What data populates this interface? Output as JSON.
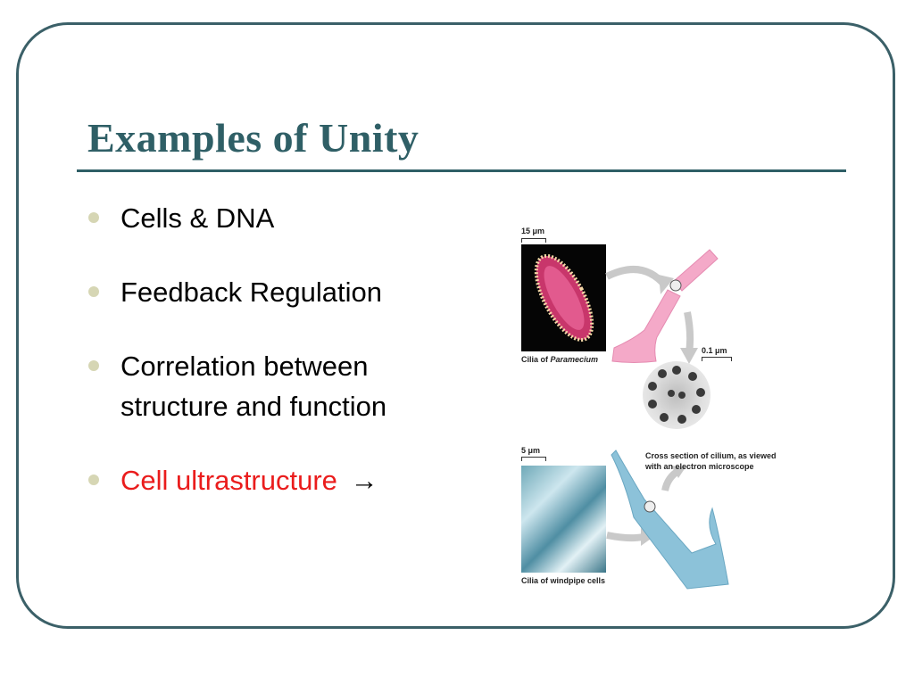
{
  "slide": {
    "title": "Examples of Unity",
    "bullets": [
      {
        "text": "Cells & DNA"
      },
      {
        "text": "Feedback Regulation"
      },
      {
        "text": "Correlation between structure and function"
      },
      {
        "text": "Cell ultrastructure",
        "suffix": "→"
      }
    ]
  },
  "figure": {
    "scale_top": "15 μm",
    "caption_top_prefix": "Cilia of ",
    "caption_top_italic": "Paramecium",
    "scale_mid": "0.1 μm",
    "caption_mid_line1": "Cross section of cilium, as viewed",
    "caption_mid_line2": "with an electron microscope",
    "scale_bottom": "5 μm",
    "caption_bottom": "Cilia of windpipe cells"
  },
  "colors": {
    "title": "#2f5f66",
    "frame": "#3b6068",
    "bullet_dot": "#d6d6b4",
    "highlight": "#ea1c1c",
    "cilium_pink": "#f4a9c8",
    "cilium_blue": "#8cc2d9"
  }
}
